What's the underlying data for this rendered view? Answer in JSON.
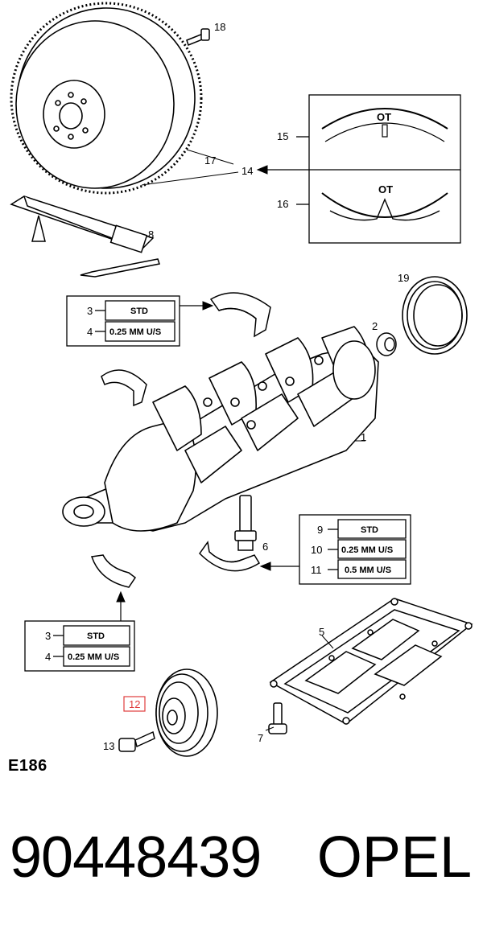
{
  "diagram": {
    "code": "E186",
    "part_number": "90448439",
    "brand": "OPEL",
    "highlighted_callout": "12",
    "highlight_color": "#e03c3c",
    "callouts": {
      "c1": "1",
      "c2": "2",
      "c3": "3",
      "c4": "4",
      "c5": "5",
      "c6": "6",
      "c7": "7",
      "c8": "8",
      "c9": "9",
      "c10": "10",
      "c11": "11",
      "c12": "12",
      "c13": "13",
      "c14": "14",
      "c15": "15",
      "c16": "16",
      "c17": "17",
      "c18": "18",
      "c19": "19",
      "c3b": "3",
      "c4b": "4"
    },
    "timing_mark_text_top": "OT",
    "timing_mark_text_bottom": "OT",
    "bearing_box_upper": {
      "std": "STD",
      "under1": "0.25 MM U/S"
    },
    "bearing_box_lower": {
      "std": "STD",
      "under1": "0.25 MM U/S"
    },
    "bearing_box_right": {
      "std": "STD",
      "under1": "0.25 MM U/S",
      "under2": "0.5 MM U/S"
    }
  }
}
